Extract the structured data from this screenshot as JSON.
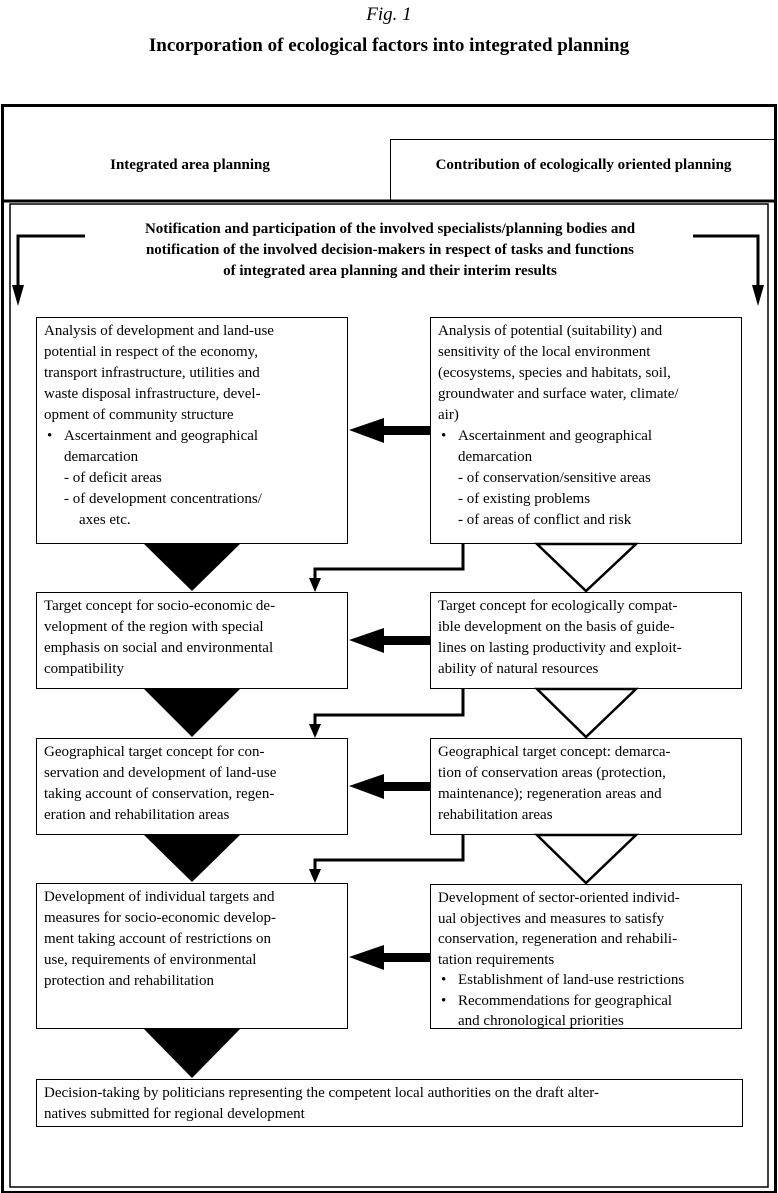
{
  "figure": {
    "label": "Fig. 1",
    "title": "Incorporation of ecological factors into integrated planning"
  },
  "header": {
    "left": "Integrated area planning",
    "right": "Contribution of ecologically oriented planning"
  },
  "notification": [
    "Notification and participation of the involved specialists/planning bodies and",
    "notification of the involved decision-makers in respect of tasks and functions",
    "of integrated area planning and their interim results"
  ],
  "left_boxes": [
    {
      "lines": [
        "Analysis of development and land-use",
        "potential in respect of the economy,",
        "transport infrastructure, utilities and",
        "waste disposal infrastructure, devel-",
        "opment of community structure"
      ],
      "bullet": [
        "Ascertainment and geographical",
        "demarcation"
      ],
      "sub": [
        "- of deficit areas",
        "- of development concentrations/",
        "axes etc."
      ]
    },
    {
      "lines": [
        "Target concept for socio-economic de-",
        "velopment of the region with special",
        "emphasis on social and environmental",
        "compatibility"
      ]
    },
    {
      "lines": [
        "Geographical target concept for con-",
        "servation and development of land-use",
        "taking account of conservation, regen-",
        "eration and rehabilitation areas"
      ]
    },
    {
      "lines": [
        "Development of individual targets and",
        "measures for socio-economic develop-",
        "ment taking account of restrictions on",
        "use, requirements of environmental",
        "protection and rehabilitation"
      ]
    }
  ],
  "right_boxes": [
    {
      "lines": [
        "Analysis of potential (suitability) and",
        "sensitivity of the local environment",
        "(ecosystems, species and habitats, soil,",
        "groundwater and surface water, climate/",
        "air)"
      ],
      "bullet": [
        "Ascertainment and geographical",
        "demarcation"
      ],
      "sub": [
        "- of conservation/sensitive areas",
        "- of existing problems",
        "- of areas of conflict and risk"
      ]
    },
    {
      "lines": [
        "Target concept for ecologically compat-",
        "ible development on the basis of guide-",
        "lines on lasting productivity and exploit-",
        "ability of natural resources"
      ]
    },
    {
      "lines": [
        "Geographical target concept: demarca-",
        "tion of conservation areas (protection,",
        "maintenance); regeneration areas and",
        "rehabilitation areas"
      ]
    },
    {
      "lines": [
        "Development of sector-oriented individ-",
        "ual objectives and measures to satisfy",
        "conservation, regeneration and rehabili-",
        "tation requirements"
      ],
      "bullets": [
        "Establishment of land-use restrictions",
        [
          "Recommendations for geographical",
          "and chronological priorities"
        ]
      ]
    }
  ],
  "decision": [
    "Decision-taking by politicians representing the competent local authorities on the draft alter-",
    "natives submitted for regional development"
  ]
}
